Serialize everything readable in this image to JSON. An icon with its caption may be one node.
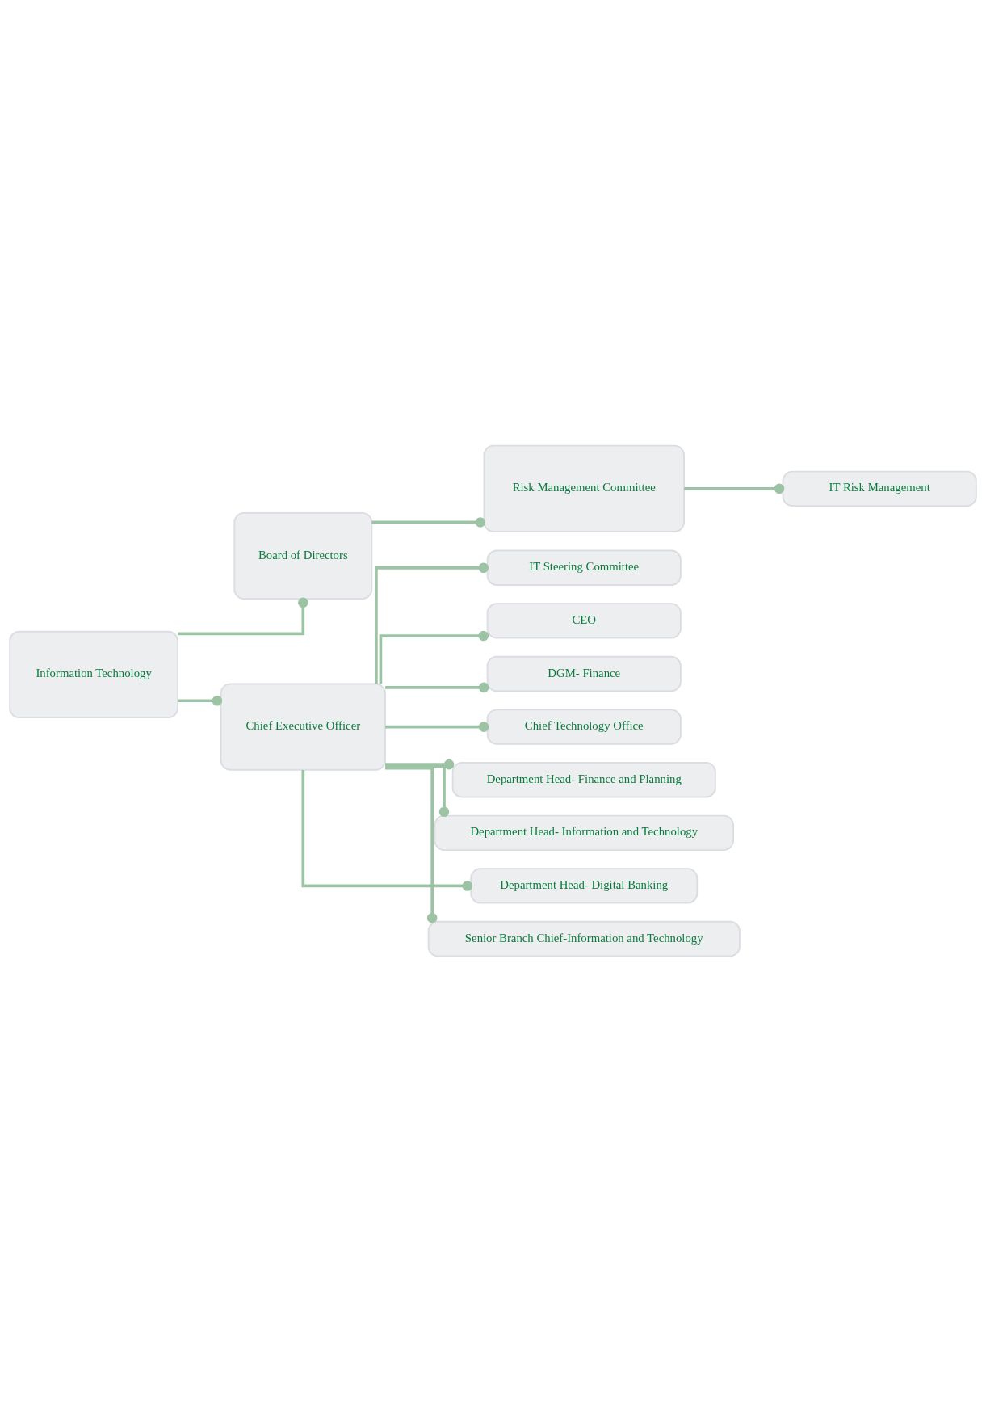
{
  "diagram": {
    "nodes": [
      {
        "text": [
          "Information Technology"
        ]
      },
      {
        "text": [
          "Board of Directors"
        ]
      },
      {
        "text": [
          "Risk Management Committee"
        ]
      },
      {
        "text": [
          "IT Risk Management"
        ]
      },
      {
        "text": [
          "Chief Executive Officer"
        ]
      },
      {
        "text": [
          "IT Steering Committee"
        ]
      },
      {
        "text": [
          "CEO"
        ]
      },
      {
        "text": [
          "DGM- Finance"
        ]
      },
      {
        "text": [
          "Chief Technology Office"
        ]
      },
      {
        "text": [
          "Department Head- Finance and Planning"
        ]
      },
      {
        "text": [
          "Department Head- Information and Technology"
        ]
      },
      {
        "text": [
          "Department Head- Digital Banking"
        ]
      },
      {
        "text": [
          "Senior Branch Chief-Information and Technology"
        ]
      }
    ],
    "edges": [
      {
        "from": 0,
        "to": 1,
        "arrow": "other"
      },
      {
        "from": 0,
        "to": 4,
        "arrow": "other"
      },
      {
        "from": 1,
        "to": 2,
        "arrow": "other"
      },
      {
        "from": 2,
        "to": 3,
        "arrow": "other"
      },
      {
        "from": 4,
        "to": 5,
        "arrow": "other"
      },
      {
        "from": 4,
        "to": 6,
        "arrow": "other"
      },
      {
        "from": 4,
        "to": 7,
        "arrow": "other"
      },
      {
        "from": 4,
        "to": 8,
        "arrow": "other"
      },
      {
        "from": 4,
        "to": 9,
        "arrow": "other"
      },
      {
        "from": 4,
        "to": 10,
        "arrow": "other"
      },
      {
        "from": 4,
        "to": 11,
        "arrow": "other"
      },
      {
        "from": 4,
        "to": 12,
        "arrow": "other"
      }
    ]
  }
}
